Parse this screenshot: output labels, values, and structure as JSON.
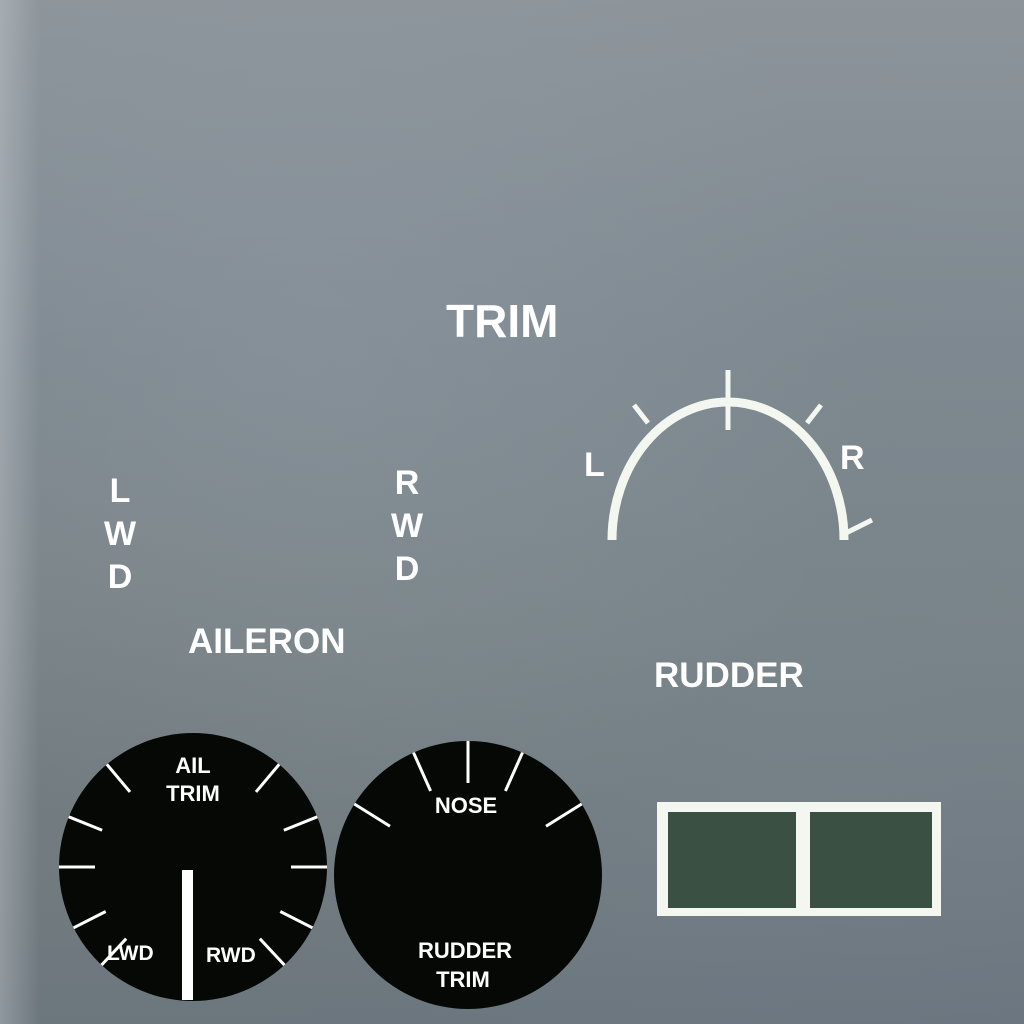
{
  "panel": {
    "title": "TRIM",
    "aileron": {
      "label": "AILERON",
      "left_letters": [
        "L",
        "W",
        "D"
      ],
      "right_letters": [
        "R",
        "W",
        "D"
      ]
    },
    "rudder": {
      "label": "RUDDER",
      "left_mark": "L",
      "right_mark": "R"
    }
  },
  "gauges": {
    "aileron_trim": {
      "title_line1": "AIL",
      "title_line2": "TRIM",
      "left_label": "LWD",
      "right_label": "RWD",
      "needle_position": 0
    },
    "rudder_trim": {
      "top_label": "NOSE",
      "title_line1": "RUDDER",
      "title_line2": "TRIM"
    }
  },
  "colors": {
    "text": "#ffffff",
    "gauge_face": "#050805",
    "window_fill": "#3a5042",
    "frame": "#f3f7ef"
  }
}
